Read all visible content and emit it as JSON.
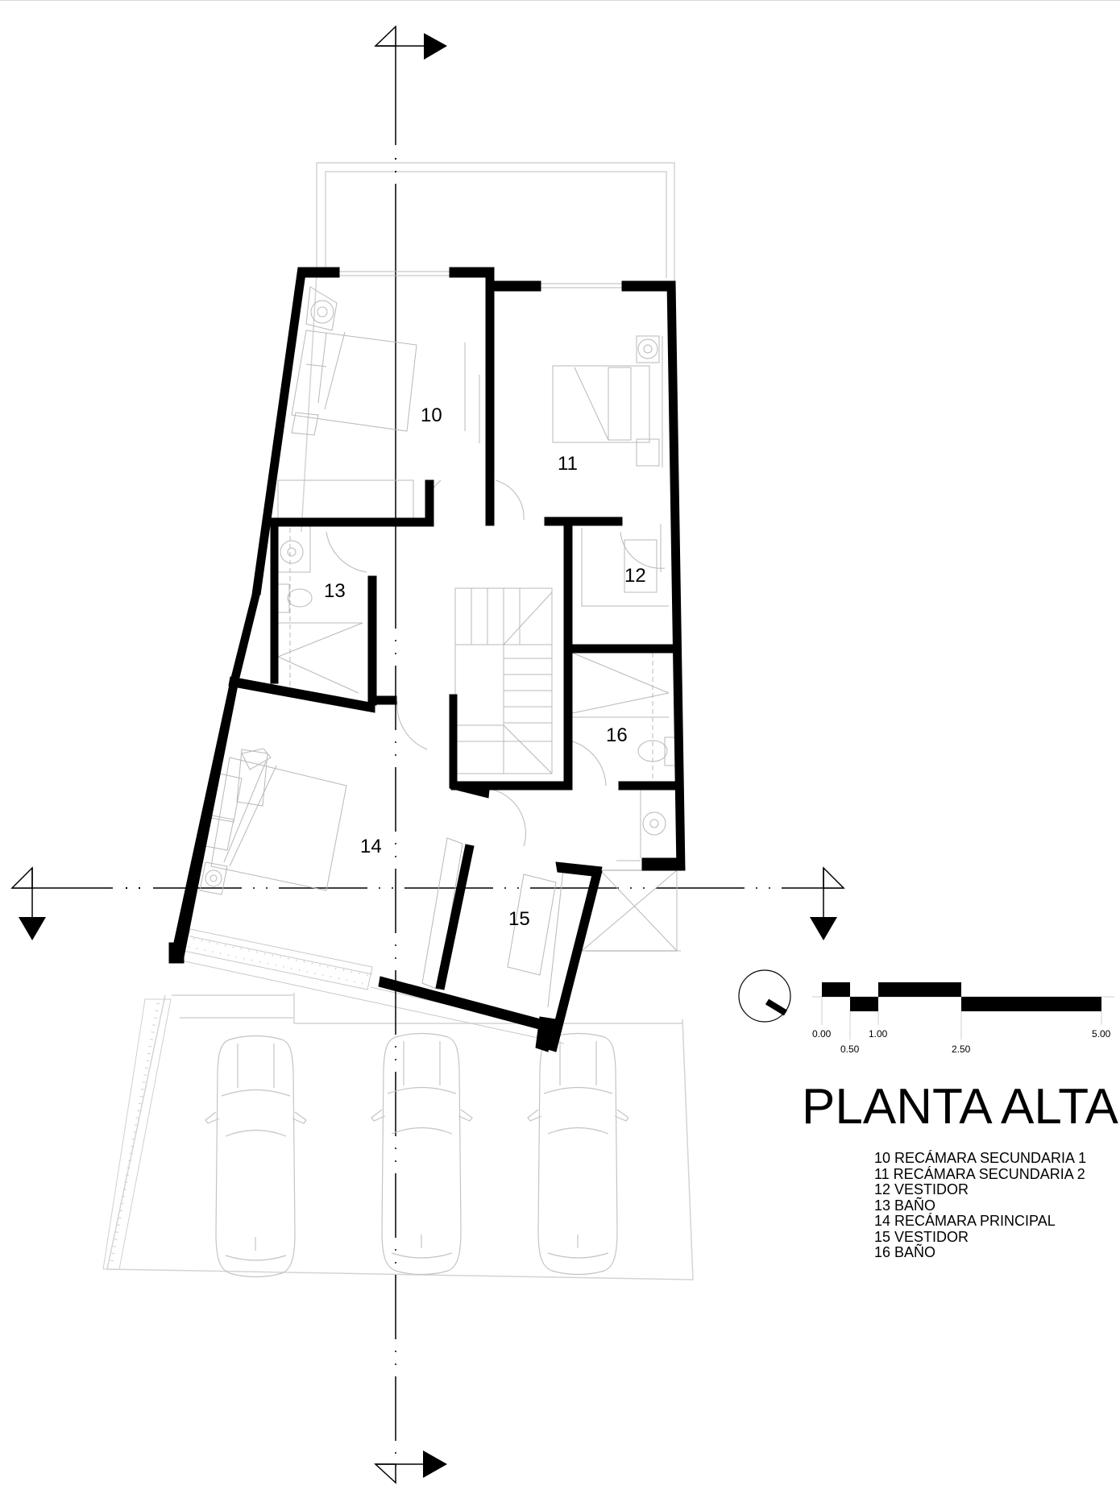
{
  "drawing": {
    "title": "PLANTA ALTA",
    "rooms": [
      {
        "number": "10",
        "name": "RECÁMARA SECUNDARIA 1"
      },
      {
        "number": "11",
        "name": "RECÁMARA SECUNDARIA 2"
      },
      {
        "number": "12",
        "name": "VESTIDOR"
      },
      {
        "number": "13",
        "name": "BAÑO"
      },
      {
        "number": "14",
        "name": "RECÁMARA PRINCIPAL"
      },
      {
        "number": "15",
        "name": "VESTIDOR"
      },
      {
        "number": "16",
        "name": "BAÑO"
      }
    ],
    "legend": [
      "10 RECÁMARA SECUNDARIA 1",
      "11 RECÁMARA SECUNDARIA 2",
      "12 VESTIDOR",
      "13 BAÑO",
      "14 RECÁMARA PRINCIPAL",
      "15 VESTIDOR",
      "16 BAÑO"
    ],
    "scale_bar": {
      "ticks": [
        "0.00",
        "0.50",
        "1.00",
        "2.50",
        "5.00"
      ]
    },
    "icons": {
      "north_arrow": "north-arrow-icon",
      "section_markers": "section-cut-arrow-icon",
      "vehicles": "car-topview-icon"
    },
    "colors": {
      "wall": "#000000",
      "furniture_line": "#bdbdbd",
      "site_line": "#d0d0d0",
      "background": "#ffffff"
    }
  }
}
